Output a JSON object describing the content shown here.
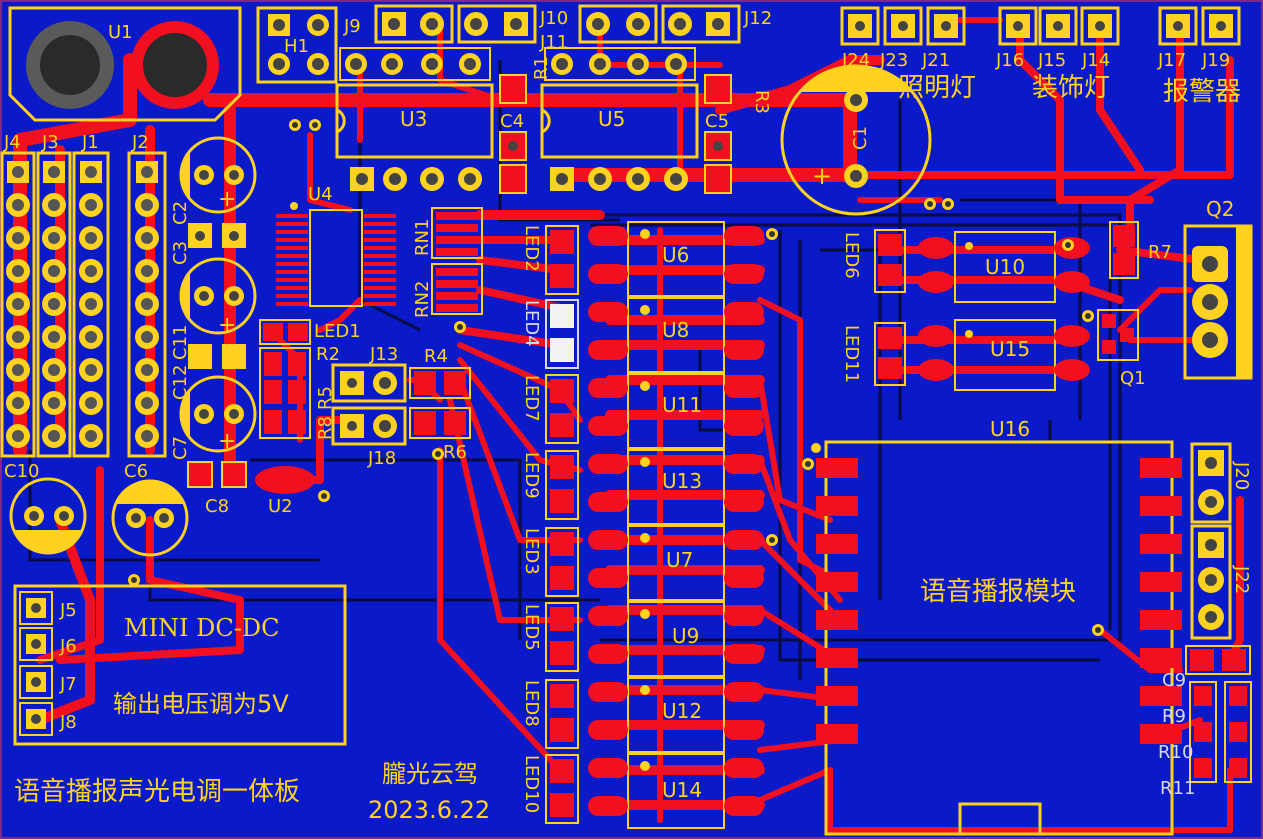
{
  "colors": {
    "board": "#0a1ac8",
    "copper_top": "#f20f1f",
    "copper_bottom": "#0a0a44",
    "silkscreen": "#ffd21f",
    "outline": "#7a2a8a",
    "pad_hole": "#6a6a6a"
  },
  "labels": {
    "u1": "U1",
    "h1": "H1",
    "j9": "J9",
    "j10": "J10",
    "j11": "J11",
    "j12": "J12",
    "j24": "J24",
    "j23": "J23",
    "j21": "J21",
    "j16": "J16",
    "j15": "J15",
    "j14": "J14",
    "j17": "J17",
    "j19": "J19",
    "r1": "R1",
    "r3": "R3",
    "u3": "U3",
    "u5": "U5",
    "c4": "C4",
    "c5": "C5",
    "c1": "C1",
    "zhaoming": "照明灯",
    "zhuangshi": "装饰灯",
    "baojing": "报警器",
    "j4": "J4",
    "j3": "J3",
    "j1": "J1",
    "j2": "J2",
    "c2": "C2",
    "c3": "C3",
    "u4": "U4",
    "rn1": "RN1",
    "rn2": "RN2",
    "led2": "LED2",
    "led4": "LED4",
    "led7": "LED7",
    "led9": "LED9",
    "led3": "LED3",
    "led5": "LED5",
    "led8": "LED8",
    "led10": "LED10",
    "led6": "LED6",
    "led11": "LED11",
    "led1": "LED1",
    "u6": "U6",
    "u8": "U8",
    "u11": "U11",
    "u13": "U13",
    "u7": "U7",
    "u9": "U9",
    "u12": "U12",
    "u14": "U14",
    "u10": "U10",
    "u15": "U15",
    "q1": "Q1",
    "q2": "Q2",
    "r7": "R7",
    "c11": "C11",
    "c12": "C12",
    "c7": "C7",
    "r2": "R2",
    "r5": "R5",
    "r8": "R8",
    "j13": "J13",
    "r4": "R4",
    "j18": "J18",
    "r6": "R6",
    "u2": "U2",
    "c8": "C8",
    "c10": "C10",
    "c6": "C6",
    "u16": "U16",
    "j20": "J20",
    "j22": "J22",
    "c9": "C9",
    "r9": "R9",
    "r10": "R10",
    "r11": "R11",
    "j5": "J5",
    "j6": "J6",
    "j7": "J7",
    "j8": "J8",
    "dcdc_line1": "MINI DC-DC",
    "dcdc_line2": "输出电压调为5V",
    "voice_module": "语音播报模块",
    "board_title": "语音播报声光电调一体板",
    "author": "朧光云驾",
    "date": "2023.6.22",
    "plus": "+"
  }
}
